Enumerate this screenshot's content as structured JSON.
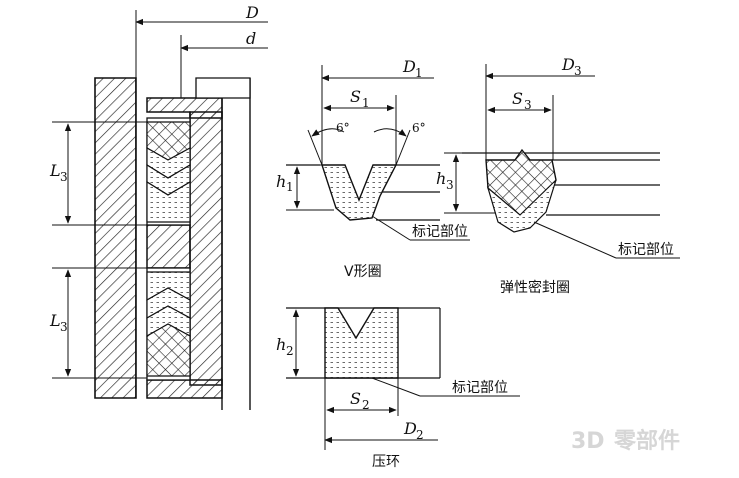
{
  "dimensions": {
    "D": "D",
    "d": "d",
    "L3_upper": "L",
    "L3_upper_sub": "3",
    "L3_lower": "L",
    "L3_lower_sub": "3",
    "D1": "D",
    "D1_sub": "1",
    "S1": "S",
    "S1_sub": "1",
    "h1": "h",
    "h1_sub": "1",
    "angle_left": "6°",
    "angle_right": "6°",
    "D3": "D",
    "D3_sub": "3",
    "S3": "S",
    "S3_sub": "3",
    "h3": "h",
    "h3_sub": "3",
    "h2": "h",
    "h2_sub": "2",
    "S2": "S",
    "S2_sub": "2",
    "D2": "D",
    "D2_sub": "2"
  },
  "labels": {
    "mark_v_ring": "标记部位",
    "mark_elastic": "标记部位",
    "mark_press_ring": "标记部位",
    "caption_v_ring": "V形圈",
    "caption_elastic": "弹性密封圈",
    "caption_press_ring": "压环"
  },
  "watermark": {
    "logo": "3D",
    "text": "零部件"
  }
}
